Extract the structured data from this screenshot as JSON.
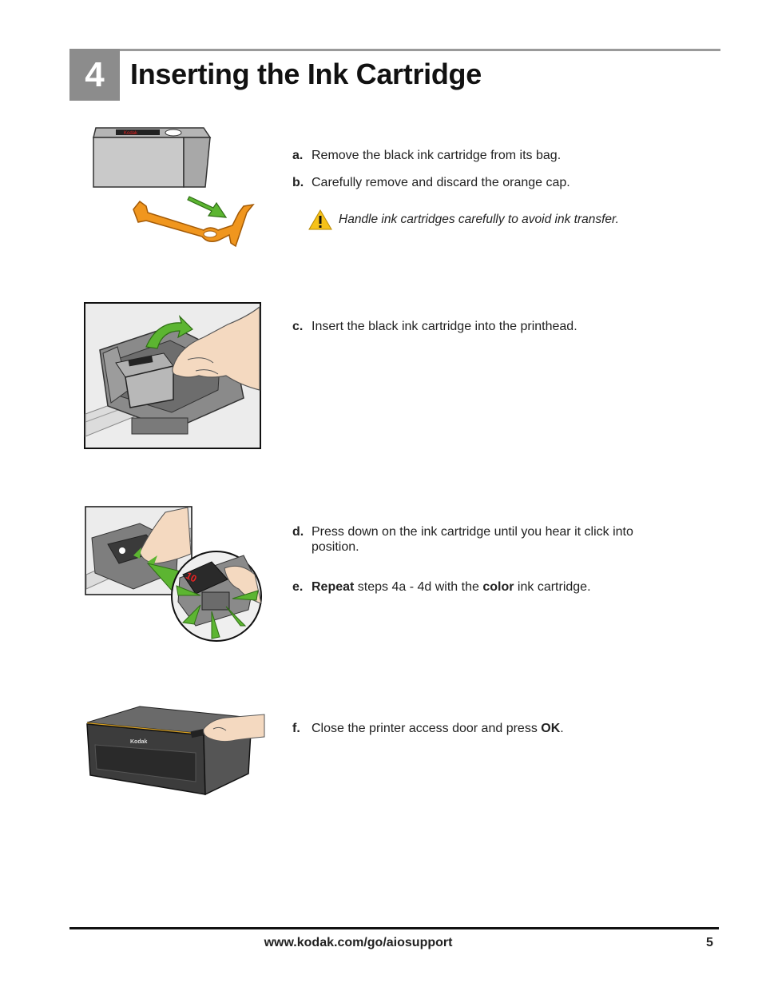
{
  "header": {
    "step_number": "4",
    "title": "Inserting the Ink Cartridge"
  },
  "steps": [
    {
      "letter": "a.",
      "parts": [
        "Remove the black ink cartridge from its bag."
      ]
    },
    {
      "letter": "b.",
      "parts": [
        "Carefully remove and discard the orange cap."
      ]
    },
    {
      "letter": "c.",
      "parts": [
        "Insert the black ink cartridge into the printhead."
      ]
    },
    {
      "letter": "d.",
      "parts": [
        "Press down on the ink cartridge until you hear it click into position."
      ]
    },
    {
      "letter": "e.",
      "parts": [
        "Repeat",
        " steps 4a - 4d with the ",
        "color",
        " ink cartridge."
      ]
    },
    {
      "letter": "f.",
      "parts": [
        "Close the printer access door and press ",
        "OK",
        "."
      ]
    }
  ],
  "note": {
    "text": "Handle ink cartridges carefully to avoid ink transfer.",
    "icon": "warning-triangle-icon"
  },
  "illustrations": {
    "cartridge_label": "Kodak",
    "callout_label": "10",
    "printer_logo": "Kodak"
  },
  "footer": {
    "url": "www.kodak.com/go/aiosupport",
    "page_number": "5"
  },
  "colors": {
    "step_box": "#8c8c8c",
    "cap_orange": "#f0961e",
    "arrow_green": "#5cb531",
    "warning_yellow": "#f6c21a"
  }
}
